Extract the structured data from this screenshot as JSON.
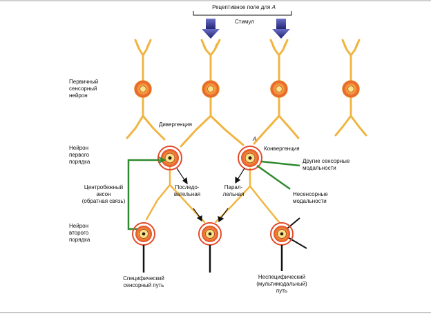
{
  "colors": {
    "dendrite": "#f2c14e",
    "dendrite_edge": "#e39a2a",
    "cell_fill": "#f59a3a",
    "cell_ring": "#e24b2a",
    "nucleus": "#f7e48a",
    "second_ring": "#d93d2a",
    "feedback": "#2f8a2f",
    "arrow": "#2c2f8c",
    "text": "#111111"
  },
  "header": {
    "receptive_field": "Рецептивное поле для",
    "receptive_field_var": "A",
    "stimulus": "Стимул"
  },
  "labels": {
    "primary_neuron": [
      "Первичный",
      "сенсорный",
      "нейрон"
    ],
    "divergence": "Дивергенция",
    "first_order": [
      "Нейрон",
      "первого",
      "порядка"
    ],
    "convergence_var": "A",
    "convergence": "Конвергенция",
    "other_modalities": [
      "Другие сенсорные",
      "модальности"
    ],
    "centrifugal": [
      "Центробежный",
      "аксон",
      "(обратная связь)"
    ],
    "sequential": [
      "Последо-",
      "вательная"
    ],
    "parallel": [
      "Парал-",
      "лельная"
    ],
    "nonsensory": [
      "Несенсорные",
      "модальности"
    ],
    "second_order": [
      "Нейрон",
      "второго",
      "порядка"
    ],
    "specific_path": [
      "Специфический",
      "сенсорный путь"
    ],
    "nonspecific_path": [
      "Неспецифический",
      "(мультимодальный)",
      "путь"
    ]
  }
}
